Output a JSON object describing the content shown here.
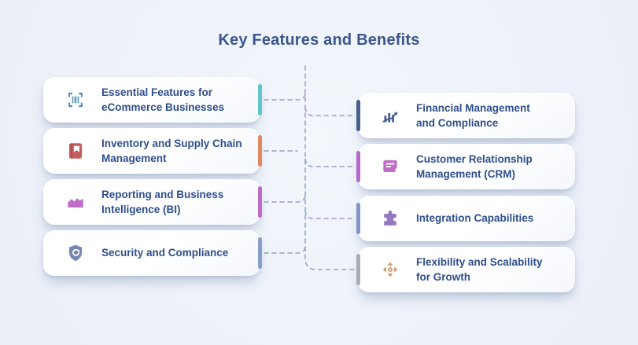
{
  "title": "Key Features and Benefits",
  "colors": {
    "background": "#EDF1F9",
    "title_text": "#3A568C",
    "card_text": "#2E4E8C",
    "card_background": "#FFFFFF",
    "connector_dash": "#8FA2C6"
  },
  "left_column": {
    "items": [
      {
        "label": "Essential Features for\neCommerce Businesses",
        "icon": "barcode-icon",
        "icon_color": "#4E83AE",
        "accent": "#62C6C8"
      },
      {
        "label": "Inventory and Supply Chain\nManagement",
        "icon": "book-icon",
        "icon_color": "#C25D5E",
        "accent": "#E0885E"
      },
      {
        "label": "Reporting and Business\nIntelligence (BI)",
        "icon": "area-chart-icon",
        "icon_color": "#BE6EC6",
        "accent": "#C06AC8"
      },
      {
        "label": "Security and Compliance",
        "icon": "shield-refresh-icon",
        "icon_color": "#7789B2",
        "accent": "#8A9CC8"
      }
    ]
  },
  "right_column": {
    "items": [
      {
        "label": "Financial Management\nand Compliance",
        "icon": "bar-chart-arrow-icon",
        "icon_color": "#49618E",
        "accent": "#47618F"
      },
      {
        "label": "Customer Relationship\nManagement (CRM)",
        "icon": "crm-card-icon",
        "icon_color": "#BE6EC6",
        "accent": "#B469CB"
      },
      {
        "label": "Integration Capabilities",
        "icon": "puzzle-icon",
        "icon_color": "#9678BE",
        "accent": "#8295C6"
      },
      {
        "label": "Flexibility and Scalability\nfor Growth",
        "icon": "move-arrows-icon",
        "icon_color": "#CE9166",
        "accent": "#A9ACB2"
      }
    ]
  }
}
